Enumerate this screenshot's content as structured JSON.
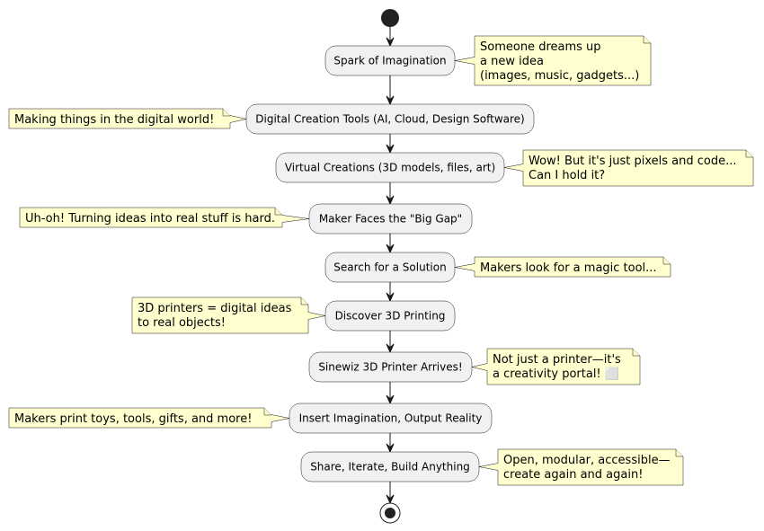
{
  "diagram": {
    "type": "activity",
    "start_label": "start",
    "end_label": "stop",
    "steps": [
      {
        "id": "spark",
        "label": "Spark of Imagination",
        "note": [
          "Someone dreams up",
          "a new idea",
          "(images, music, gadgets...)"
        ],
        "note_side": "right"
      },
      {
        "id": "tools",
        "label": "Digital Creation Tools (AI, Cloud, Design Software)",
        "note": [
          "Making things in the digital world!"
        ],
        "note_side": "left"
      },
      {
        "id": "virtual",
        "label": "Virtual Creations (3D models, files, art)",
        "note": [
          "Wow! But it's just pixels and code...",
          "Can I hold it?"
        ],
        "note_side": "right"
      },
      {
        "id": "gap",
        "label": "Maker Faces the \"Big Gap\"",
        "note": [
          "Uh-oh! Turning ideas into real stuff is hard."
        ],
        "note_side": "left"
      },
      {
        "id": "search",
        "label": "Search for a Solution",
        "note": [
          "Makers look for a magic tool..."
        ],
        "note_side": "right"
      },
      {
        "id": "discover",
        "label": "Discover 3D Printing",
        "note": [
          "3D printers = digital ideas",
          "to real objects!"
        ],
        "note_side": "left"
      },
      {
        "id": "sinewiz",
        "label": "Sinewiz 3D Printer Arrives!",
        "note": [
          "Not just a printer—it's",
          "a creativity portal! ⬜"
        ],
        "note_side": "right"
      },
      {
        "id": "insert",
        "label": "Insert Imagination, Output Reality",
        "note": [
          "Makers print toys, tools, gifts, and more!"
        ],
        "note_side": "left"
      },
      {
        "id": "share",
        "label": "Share, Iterate, Build Anything",
        "note": [
          "Open, modular, accessible—",
          "create again and again!"
        ],
        "note_side": "right"
      }
    ]
  }
}
